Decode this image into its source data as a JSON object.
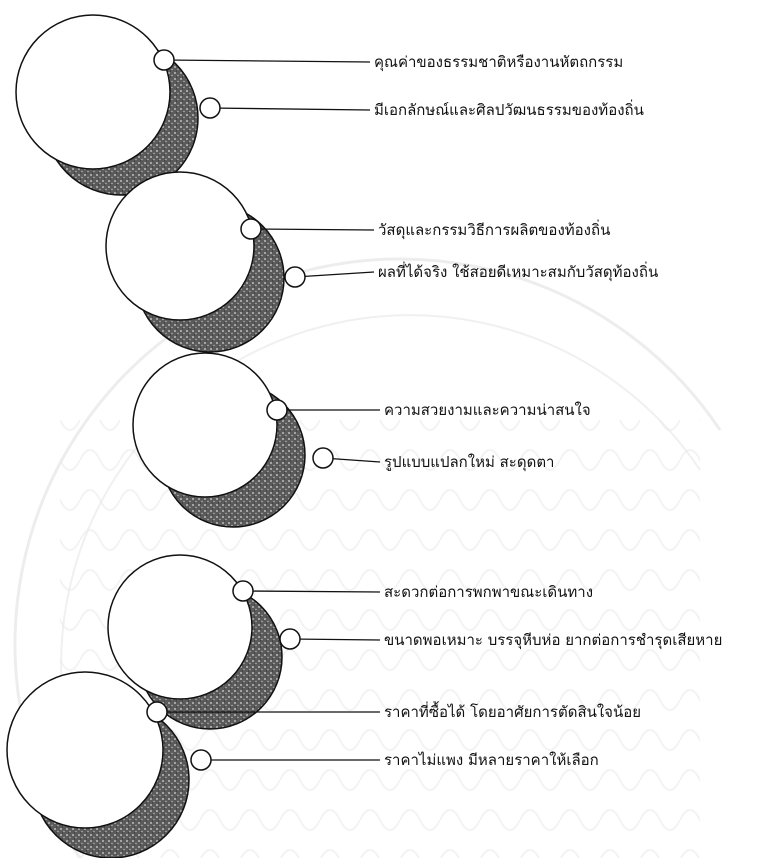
{
  "groups": [
    {
      "labels": [
        "คุณค่าของธรรมชาติหรืองานหัตถกรรม",
        "มีเอกลักษณ์และศิลปวัฒนธรรมของท้องถิ่น"
      ]
    },
    {
      "labels": [
        "วัสดุและกรรมวิธีการผลิตของท้องถิ่น",
        "ผลที่ได้จริง ใช้สอยดีเหมาะสมกับวัสดุท้องถิ่น"
      ]
    },
    {
      "labels": [
        "ความสวยงามและความน่าสนใจ",
        "รูปแบบแปลกใหม่ สะดุดตา"
      ]
    },
    {
      "labels": [
        "สะดวกต่อการพกพาขณะเดินทาง",
        "ขนาดพอเหมาะ บรรจุหีบห่อ ยากต่อการชำรุดเสียหาย"
      ]
    },
    {
      "labels": [
        "ราคาที่ซื้อได้ โดยอาศัยการตัดสินใจน้อย",
        "ราคาไม่แพง มีหลายราคาให้เลือก"
      ]
    }
  ]
}
